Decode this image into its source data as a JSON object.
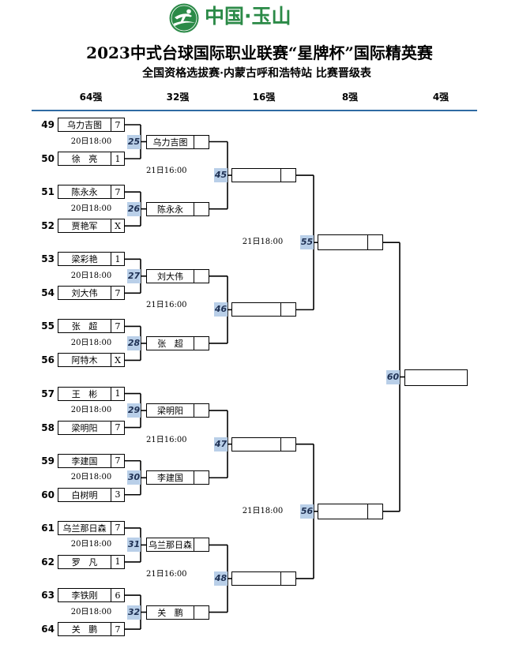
{
  "header": {
    "logo_icon": "billiards-emblem-icon",
    "logo_text": "中国·玉山",
    "title": "2023中式台球国际职业联赛“星牌杯”国际精英赛",
    "subtitle": "全国资格选拔赛·内蒙古呼和浩特站 比赛晋级表"
  },
  "round_labels": [
    "64强",
    "32强",
    "16强",
    "8强",
    "4强"
  ],
  "colors": {
    "logo_green": "#2b8a47",
    "header_rule": "#2f6aa3",
    "match_badge": "#b9cfe8",
    "line": "#000000"
  },
  "round_of_64": [
    {
      "match": "25",
      "time": "20日18:00",
      "top": {
        "seed": "49",
        "name": "乌力吉图",
        "score": "7"
      },
      "bottom": {
        "seed": "50",
        "name": "徐 亮",
        "score": "1"
      }
    },
    {
      "match": "26",
      "time": "20日18:00",
      "top": {
        "seed": "51",
        "name": "陈永永",
        "score": "7"
      },
      "bottom": {
        "seed": "52",
        "name": "贾艳军",
        "score": "X"
      }
    },
    {
      "match": "27",
      "time": "20日18:00",
      "top": {
        "seed": "53",
        "name": "梁彩艳",
        "score": "1"
      },
      "bottom": {
        "seed": "54",
        "name": "刘大伟",
        "score": "7"
      }
    },
    {
      "match": "28",
      "time": "20日18:00",
      "top": {
        "seed": "55",
        "name": "张 超",
        "score": "7"
      },
      "bottom": {
        "seed": "56",
        "name": "阿特木",
        "score": "X"
      }
    },
    {
      "match": "29",
      "time": "20日18:00",
      "top": {
        "seed": "57",
        "name": "王 彬",
        "score": "1"
      },
      "bottom": {
        "seed": "58",
        "name": "梁明阳",
        "score": "7"
      }
    },
    {
      "match": "30",
      "time": "20日18:00",
      "top": {
        "seed": "59",
        "name": "李建国",
        "score": "7"
      },
      "bottom": {
        "seed": "60",
        "name": "白树明",
        "score": "3"
      }
    },
    {
      "match": "31",
      "time": "20日18:00",
      "top": {
        "seed": "61",
        "name": "乌兰那日森",
        "score": "7"
      },
      "bottom": {
        "seed": "62",
        "name": "罗 凡",
        "score": "1"
      }
    },
    {
      "match": "32",
      "time": "20日18:00",
      "top": {
        "seed": "63",
        "name": "李铁刚",
        "score": "6"
      },
      "bottom": {
        "seed": "64",
        "name": "关 鹏",
        "score": "7"
      }
    }
  ],
  "round_of_32": {
    "players": [
      "乌力吉图",
      "陈永永",
      "刘大伟",
      "张 超",
      "梁明阳",
      "李建国",
      "乌兰那日森",
      "关 鹏"
    ],
    "matches": [
      {
        "match": "45",
        "time": "21日16:00"
      },
      {
        "match": "46",
        "time": "21日16:00"
      },
      {
        "match": "47",
        "time": "21日16:00"
      },
      {
        "match": "48",
        "time": "21日16:00"
      }
    ]
  },
  "round_of_16": {
    "matches": [
      {
        "match": "55",
        "time": "21日18:00"
      },
      {
        "match": "56",
        "time": "21日18:00"
      }
    ]
  },
  "round_of_8": {
    "matches": [
      {
        "match": "60"
      }
    ]
  }
}
